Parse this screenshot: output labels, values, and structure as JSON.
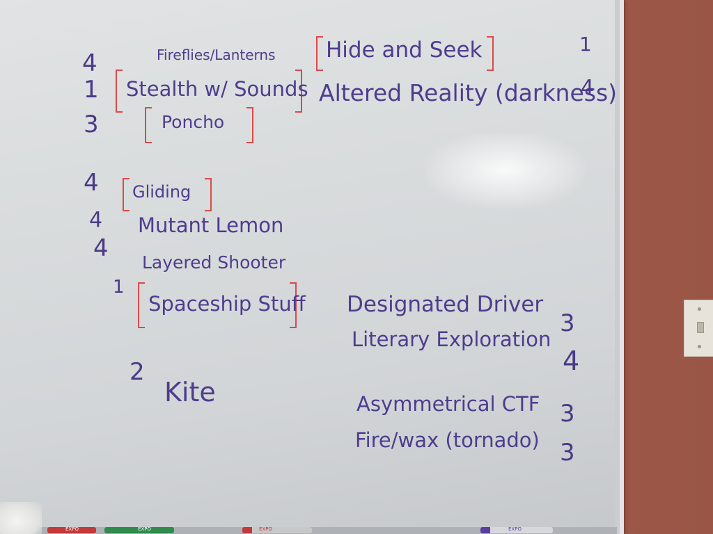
{
  "items": [
    {
      "label": "Fireflies/Lanterns",
      "score": "4"
    },
    {
      "label": "Hide and Seek",
      "score": "1"
    },
    {
      "label": "Stealth w/ Sounds",
      "score": "1"
    },
    {
      "label": "Altered Reality (darkness)",
      "score": "4"
    },
    {
      "label": "Poncho",
      "score": "3"
    },
    {
      "label": "Gliding",
      "score": "4"
    },
    {
      "label": "Mutant Lemon",
      "score": "4"
    },
    {
      "label": "Layered Shooter",
      "score": "4"
    },
    {
      "label": "Spaceship Stuff",
      "score": "1"
    },
    {
      "label": "Kite",
      "score": "2"
    },
    {
      "label": "Designated Driver",
      "score": "3"
    },
    {
      "label": "Literary Exploration",
      "score": "4"
    },
    {
      "label": "Asymmetrical CTF",
      "score": "3"
    },
    {
      "label": "Fire/wax (tornado)",
      "score": "3"
    }
  ],
  "marker_text": [
    "EXPO",
    "EXPO",
    "EXPO",
    "EXPO"
  ],
  "colors": {
    "ink_purple": "#4e3c8e",
    "ink_red": "#d94a4a",
    "board": "#dcdfe0",
    "wall": "#9c5a4a"
  }
}
